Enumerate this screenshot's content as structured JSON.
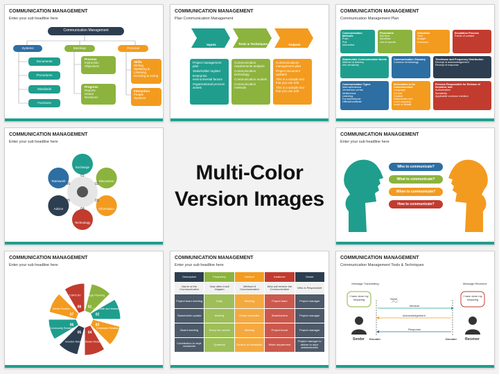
{
  "center": {
    "line1": "Multi-Color",
    "line2": "Version Images"
  },
  "colors": {
    "teal": "#1f9e8e",
    "blue": "#2d6ea3",
    "green": "#8cb33d",
    "orange": "#f39b1f",
    "red": "#c23b2f",
    "navy": "#2d3e50"
  },
  "slide1": {
    "title": "COMMUNICATION MANAGEMENT",
    "subtitle": "Enter your sub headline here",
    "root": "Communication Management",
    "branches": [
      "Systems",
      "Meetings",
      "Personal"
    ],
    "systems": [
      "Documents",
      "Procedures",
      "Standards",
      "Functions"
    ],
    "meetings": [
      {
        "head": "Process",
        "items": [
          "Instruction",
          "Objectives"
        ]
      },
      {
        "head": "Progress",
        "items": [
          "Reports",
          "Issues",
          "Decisions"
        ]
      }
    ],
    "personal": [
      {
        "head": "Skills",
        "items": [
          "Writing",
          "Speaking & Listening",
          "Deciding & Acting"
        ]
      },
      {
        "head": "Interaction",
        "items": [
          "People",
          "Systems"
        ]
      }
    ]
  },
  "slide2": {
    "title": "COMMUNICATION MANAGEMENT",
    "subtitle": "Plan Communication Management",
    "cols": [
      {
        "head": "Inputs",
        "items": [
          "Project management plan",
          "Stakeholder register",
          "Enterprise environmental factors",
          "Organizational process assets"
        ]
      },
      {
        "head": "Tools & Techniques",
        "items": [
          "Communication requirements analysis",
          "Communication technology",
          "Communication models",
          "Communication methods"
        ]
      },
      {
        "head": "Outputs",
        "items": [
          "Communications management plan",
          "Project document updates",
          "This is a sample text that you can edit",
          "This is a sample text that you can edit"
        ]
      }
    ]
  },
  "slide3": {
    "title": "COMMUNICATION MANAGEMENT",
    "subtitle": "Communication Management Plan",
    "cards": [
      {
        "head": "Communication Methods",
        "items": [
          "Push",
          "Pull",
          "Interactive"
        ]
      },
      {
        "head": "Flowcharts",
        "items": [
          "Info flow",
          "Workflow",
          "List of reports"
        ]
      },
      {
        "head": "Allocation",
        "items": [
          "Time",
          "Budget",
          "Resource"
        ]
      },
      {
        "head": "Escalation Process",
        "items": [
          "Points of contact"
        ]
      },
      {
        "head": "Stakeholder Communication Needs",
        "items": [
          "Method of delivery",
          "Info sensitivity"
        ]
      },
      {
        "head": "Communication Glossary",
        "items": [
          "Common terminology"
        ]
      },
      {
        "head": "Timeframe and Frequency Distribution",
        "items": [
          "Receipt of acknowledgement",
          "Receipt of response"
        ]
      },
      {
        "head": "Communication Types",
        "items": [
          "Internal/external",
          "Verbal/non-verbal",
          "Written/oral",
          "Listening",
          "Formal/informal",
          "Official/unofficial"
        ]
      },
      {
        "head": "Information to be Communicated",
        "items": [
          "Language",
          "Format",
          "Content",
          "Stakeholder info",
          "Level mapping",
          "Level of details"
        ]
      },
      {
        "head": "Persons Responsible for Release of Sensitive Info",
        "items": [
          "Authorization",
          "Sensitivity",
          "Applicable common medium"
        ]
      }
    ]
  },
  "slide4": {
    "title": "COMMUNICATION MANAGEMENT",
    "subtitle": "Enter your sub headline here",
    "petals": [
      {
        "num": "01",
        "label": "Exchange"
      },
      {
        "num": "02",
        "label": "Discussion"
      },
      {
        "num": "03",
        "label": "Information"
      },
      {
        "num": "04",
        "label": "Technology"
      },
      {
        "num": "05",
        "label": "Advice"
      },
      {
        "num": "06",
        "label": "Teamwork"
      }
    ]
  },
  "slide6": {
    "title": "COMMUNICATION MANAGEMENT",
    "subtitle": "Enter your sub headline here",
    "questions": [
      "Who to communicate?",
      "What to communicate?",
      "When to communicate?",
      "How to communicate?"
    ]
  },
  "slide7": {
    "title": "COMMUNICATION MANAGEMENT",
    "subtitle": "Enter your sub headline here",
    "segments": [
      {
        "num": "01",
        "label": "Strategic Planning"
      },
      {
        "num": "02",
        "label": "Corporate and Marketing"
      },
      {
        "num": "03",
        "label": "Employee Relation"
      },
      {
        "num": "04",
        "label": "Dealer Relation"
      },
      {
        "num": "05",
        "label": "Investor Relation"
      },
      {
        "num": "06",
        "label": "Community Relation"
      },
      {
        "num": "07",
        "label": "Media Relation"
      },
      {
        "num": "08",
        "label": "CSR/CSV"
      }
    ]
  },
  "slide8": {
    "title": "COMMUNICATION MANAGEMENT",
    "subtitle": "Enter your sub headline here",
    "headers": [
      "Description",
      "Frequency",
      "Method",
      "Audience",
      "Owner"
    ],
    "subheaders": [
      "Name of the Communication",
      "How often it will Happen",
      "Method of Communication",
      "Who will receive the Communication",
      "Who is Responsible"
    ],
    "rows": [
      [
        "Project team meeting",
        "Daily",
        "Meeting",
        "Project team",
        "Project manager"
      ],
      [
        "Stakeholder update",
        "Monthly",
        "Email newsletter",
        "Stakeholders",
        "Project manager"
      ],
      [
        "Board meeting",
        "Every two weeks",
        "Meeting",
        "Project board",
        "Project manager"
      ],
      [
        "Contribution to dept. newsletter",
        "Quarterly",
        "Section of newsletter",
        "Wider department",
        "Project manager to deliver to dept. administration"
      ]
    ]
  },
  "slide9": {
    "title": "COMMUNICATION MANAGEMENT",
    "subtitle": "Communication Management Tools & Techniques",
    "msgTransmit": "Message Transmitting",
    "msgReceived": "Message Received",
    "bubble": "I have done my shopping",
    "noise": "Noise",
    "medium": "Medium",
    "ack": "Acknowledgement",
    "response": "Response",
    "sender": "Sender",
    "encoder": "Encoder",
    "decoder": "Decoder",
    "receiver": "Receiver"
  }
}
